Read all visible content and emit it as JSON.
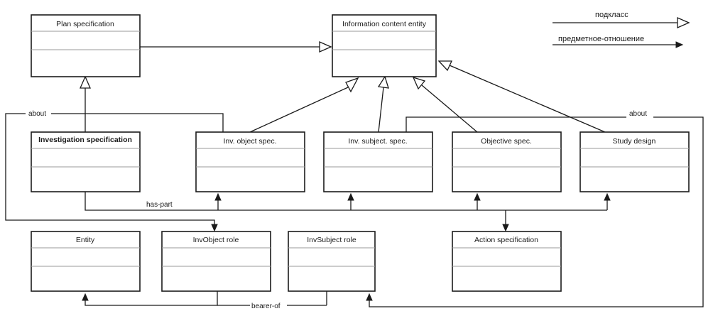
{
  "legend": {
    "subclass": "подкласс",
    "object_relation": "предметное-отношение"
  },
  "classes": {
    "plan_specification": "Plan specification",
    "information_content_entity": "Information content entity",
    "investigation_specification": "Investigation specification",
    "inv_object_spec": "Inv. object spec.",
    "inv_subject_spec": "Inv. subject. spec.",
    "objective_spec": "Objective spec.",
    "study_design": "Study design",
    "entity": "Entity",
    "invobject_role": "InvObject role",
    "invsubject_role": "InvSubject role",
    "action_specification": "Action specification"
  },
  "relations": {
    "about_left": "about",
    "about_right": "about",
    "has_part": "has-part",
    "bearer_of": "bearer-of"
  }
}
